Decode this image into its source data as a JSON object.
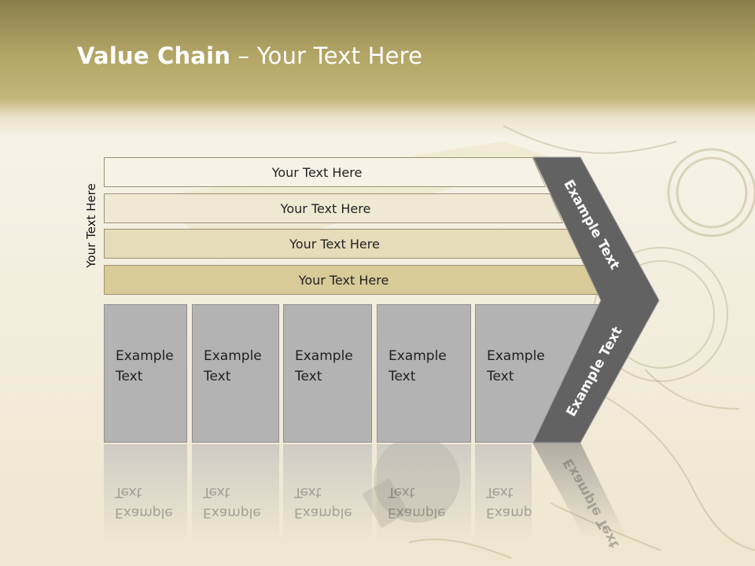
{
  "slide": {
    "title_bold": "Value Chain",
    "title_rest": " – Your Text Here",
    "side_label": "Your Text Here"
  },
  "bars": [
    {
      "label": "Your Text Here",
      "color": "#f6f3e6"
    },
    {
      "label": "Your Text Here",
      "color": "#efe9d4"
    },
    {
      "label": "Your Text Here",
      "color": "#e6dcba"
    },
    {
      "label": "Your Text Here",
      "color": "#d8cb98"
    }
  ],
  "columns": [
    {
      "line1": "Example",
      "line2": "Text"
    },
    {
      "line1": "Example",
      "line2": "Text"
    },
    {
      "line1": "Example",
      "line2": "Text"
    },
    {
      "line1": "Example",
      "line2": "Text"
    },
    {
      "line1": "Example",
      "line2": "Text"
    }
  ],
  "chevron": {
    "top_label": "Example Text",
    "bottom_label": "Example Text",
    "color": "#626262"
  }
}
